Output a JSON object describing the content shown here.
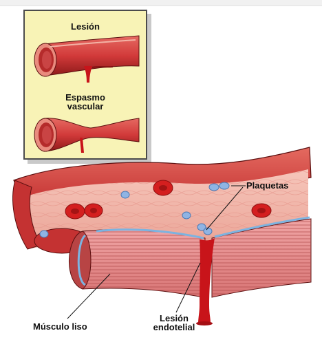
{
  "inset": {
    "title_top": "Lesión",
    "title_bottom_line1": "Espasmo",
    "title_bottom_line2": "vascular"
  },
  "labels": {
    "platelets": "Plaquetas",
    "smooth_muscle": "Músculo liso",
    "endothelial_line1": "Lesión",
    "endothelial_line2": "endotelial"
  },
  "colors": {
    "vessel_wall": "#d94a4a",
    "vessel_dark": "#9c1c1c",
    "inner_wall": "#f2b1a6",
    "red_cell": "#d41f1f",
    "platelet": "#8fb4e4",
    "blood": "#c8141a",
    "inset_bg": "#f8f3b6"
  }
}
